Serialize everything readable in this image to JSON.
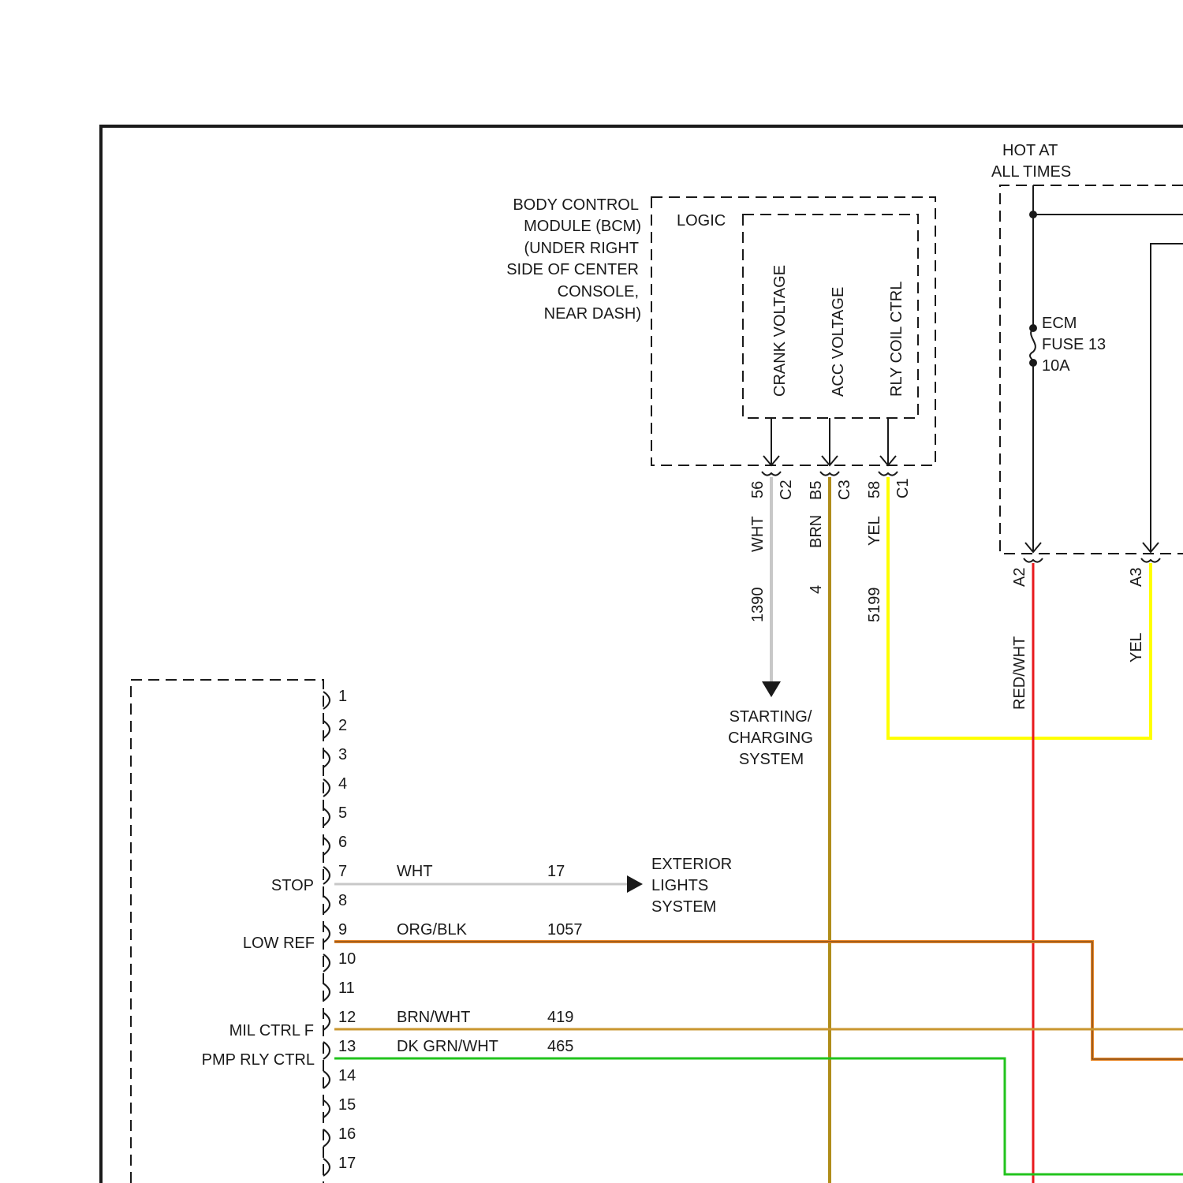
{
  "colors": {
    "WHT": "#c8c8c8",
    "BRN": "#b08d1a",
    "YEL": "#ffff00",
    "RED": "#e8191d",
    "ORG": "#e8882a",
    "ORG_STRIPE": "#5a3510",
    "BRNWHT": "#c9962f",
    "GRN": "#22c31d"
  },
  "hot": {
    "line1": "HOT AT",
    "line2": "ALL TIMES"
  },
  "bcm": {
    "lines": [
      "BODY CONTROL",
      "MODULE (BCM)",
      "(UNDER RIGHT",
      "SIDE OF CENTER",
      "CONSOLE,",
      "NEAR DASH)"
    ],
    "logic": "LOGIC",
    "crank": "CRANK VOLTAGE",
    "acc": "ACC VOLTAGE",
    "rly": "RLY COIL CTRL"
  },
  "fuse": {
    "line1": "ECM",
    "line2": "FUSE 13",
    "line3": "10A"
  },
  "bcm_pins": [
    {
      "pin": "56",
      "cavity": "C2",
      "color": "WHT",
      "circuit": "1390"
    },
    {
      "pin": "B5",
      "cavity": "C3",
      "color": "BRN",
      "circuit": "4"
    },
    {
      "pin": "58",
      "cavity": "C1",
      "color": "YEL",
      "circuit": "5199"
    }
  ],
  "fuse_pins": [
    {
      "cavity": "A2",
      "color": "RED/WHT"
    },
    {
      "cavity": "A3",
      "color": "YEL"
    }
  ],
  "starting": {
    "line1": "STARTING/",
    "line2": "CHARGING",
    "line3": "SYSTEM"
  },
  "exterior": {
    "line1": "EXTERIOR",
    "line2": "LIGHTS",
    "line3": "SYSTEM"
  },
  "connector_pins": [
    "1",
    "2",
    "3",
    "4",
    "5",
    "6",
    "7",
    "8",
    "9",
    "10",
    "11",
    "12",
    "13",
    "14",
    "15",
    "16",
    "17"
  ],
  "signals": [
    {
      "name": "STOP",
      "pin": "7",
      "color": "WHT",
      "circuit": "17"
    },
    {
      "name": "LOW REF",
      "pin": "9",
      "color": "ORG/BLK",
      "circuit": "1057"
    },
    {
      "name": "MIL CTRL F",
      "pin": "12",
      "color": "BRN/WHT",
      "circuit": "419"
    },
    {
      "name": "PMP RLY CTRL",
      "pin": "13",
      "color": "DK GRN/WHT",
      "circuit": "465"
    }
  ]
}
